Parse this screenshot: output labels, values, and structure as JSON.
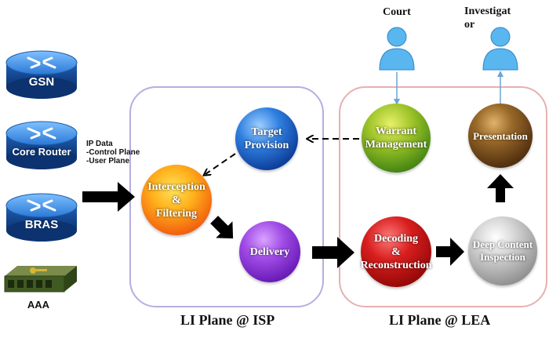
{
  "devices": {
    "gsn": "GSN",
    "core_router": "Core Router",
    "bras": "BRAS",
    "aaa": "AAA"
  },
  "ip_data": {
    "title": "IP Data",
    "line1": "-Control Plane",
    "line2": "-User Plane"
  },
  "isp_plane": {
    "label": "LI Plane @ ISP",
    "target_provision": [
      "Target",
      "Provision"
    ],
    "interception": [
      "Interception",
      "&",
      "Filtering"
    ],
    "delivery": "Delivery"
  },
  "lea_plane": {
    "label": "LI Plane @ LEA",
    "warrant": [
      "Warrant",
      "Management"
    ],
    "presentation": "Presentation",
    "decoding": [
      "Decoding",
      "&",
      "Reconstruction"
    ],
    "dpi": [
      "Deep Content",
      "Inspection"
    ]
  },
  "actors": {
    "court": "Court",
    "investigator": [
      "Investigat",
      "or"
    ]
  },
  "colors": {
    "isp_border": "#b6aee0",
    "lea_border": "#e7b0b0",
    "arrow": "#000000",
    "router_blue": "#2a78d6",
    "person_blue": "#5ab6ef"
  }
}
